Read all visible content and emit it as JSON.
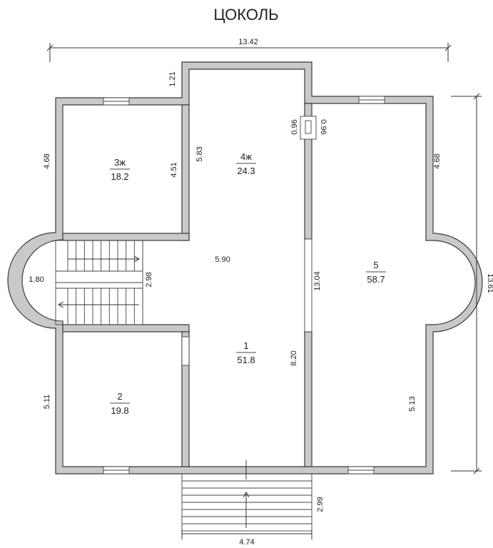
{
  "title": "ЦОКОЛЬ",
  "dimensions": {
    "overall_width": "13.42",
    "overall_height": "13.61",
    "top_step": "1.21",
    "left_upper": "4.68",
    "right_upper": "4.68",
    "room3_height": "4.51",
    "room4_height": "5.83",
    "vent_left": "0.96",
    "vent_right": "0.96",
    "hall_width": "5.90",
    "stair_height": "2.98",
    "bay_left": "1.80",
    "room5_height": "13.04",
    "hall_height": "8.20",
    "left_lower": "5.11",
    "right_lower": "5.13",
    "porch_depth": "2.99",
    "porch_width": "4.74"
  },
  "rooms": [
    {
      "number": "3ж",
      "area": "18.2"
    },
    {
      "number": "4ж",
      "area": "24.3"
    },
    {
      "number": "5",
      "area": "58.7"
    },
    {
      "number": "1",
      "area": "51.8"
    },
    {
      "number": "2",
      "area": "19.8"
    }
  ]
}
